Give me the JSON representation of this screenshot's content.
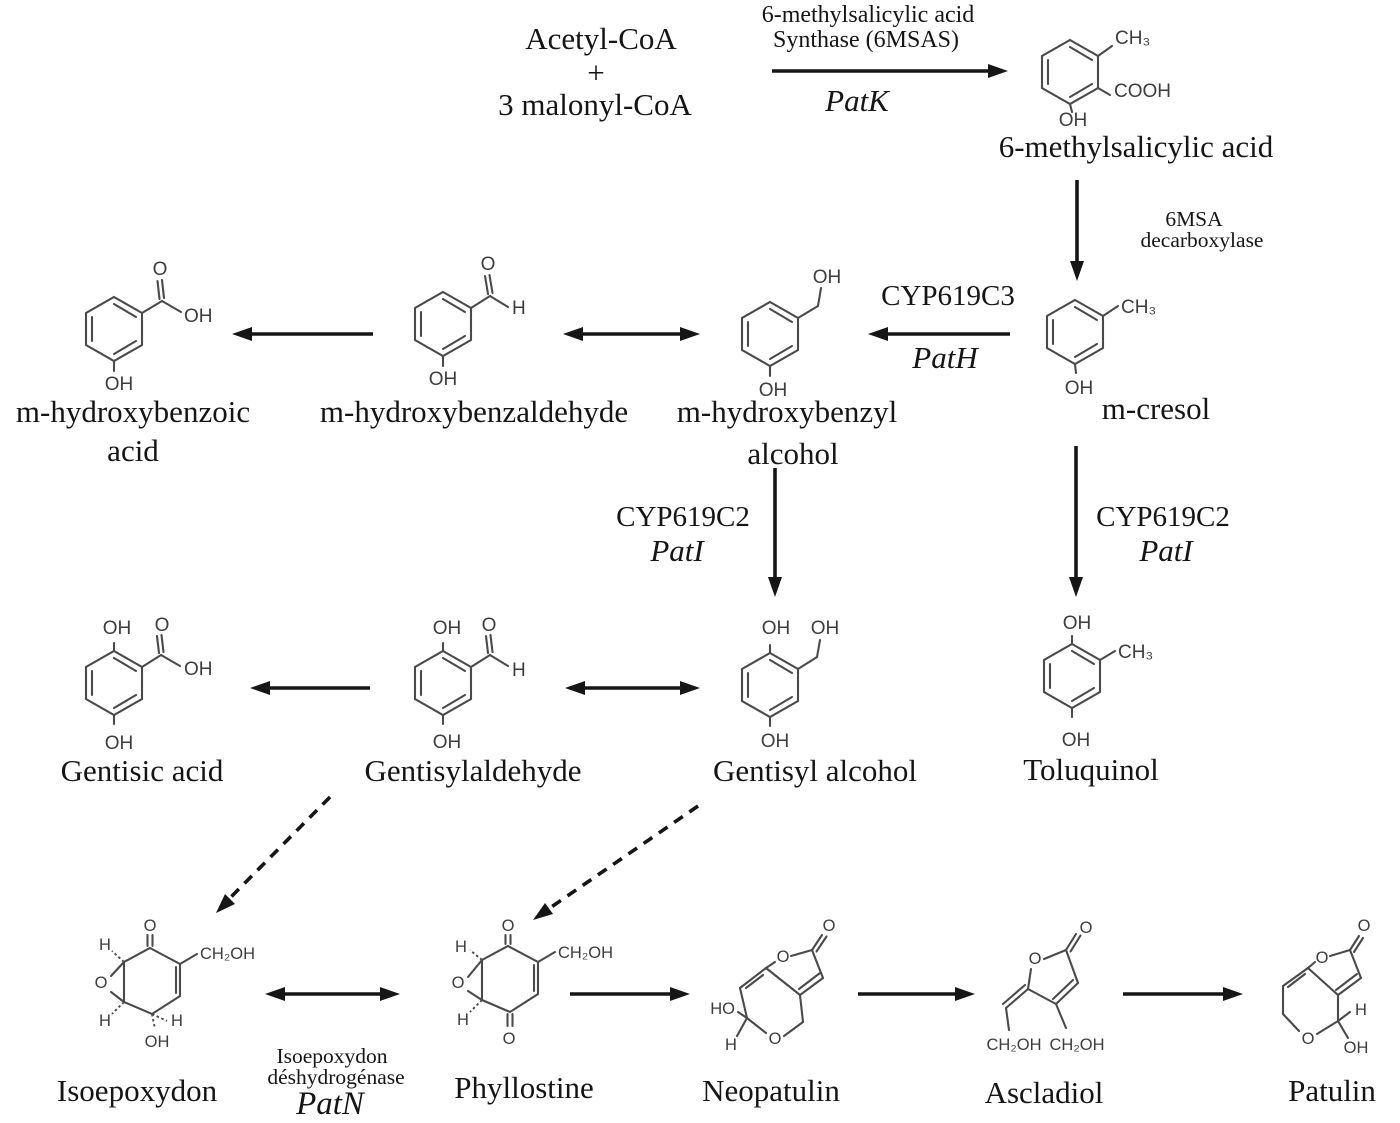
{
  "colors": {
    "background": "#ffffff",
    "text": "#151515",
    "structure": "#4a4a4a",
    "arrow": "#161616"
  },
  "substrates": {
    "line1": "Acetyl-CoA",
    "plus": "+",
    "line2": "3 malonyl-CoA"
  },
  "enzymes": {
    "msas": {
      "line1": "6-methylsalicylic acid",
      "line2": "Synthase (6MSAS)",
      "gene": "PatK"
    },
    "decarboxylase": {
      "line1": "6MSA",
      "line2": "decarboxylase"
    },
    "patH": {
      "name": "CYP619C3",
      "gene": "PatH"
    },
    "patI_mid": {
      "name": "CYP619C2",
      "gene": "PatI"
    },
    "patI_right": {
      "name": "CYP619C2",
      "gene": "PatI"
    },
    "patN": {
      "line1": "Isoepoxydon",
      "line2": "déshydrogénase",
      "gene": "PatN"
    }
  },
  "compounds": {
    "msa": {
      "name": "6-methylsalicylic acid",
      "atoms": {
        "ch3": "CH₃",
        "cooh": "COOH",
        "oh": "OH"
      }
    },
    "mhb_acid": {
      "name_line1": "m-hydroxybenzoic",
      "name_line2": "acid",
      "atoms": {
        "o": "O",
        "oh_acid": "OH",
        "oh_bottom": "OH"
      }
    },
    "mhb_aldehyde": {
      "name": "m-hydroxybenzaldehyde",
      "atoms": {
        "o": "O",
        "h": "H",
        "oh_bottom": "OH"
      }
    },
    "mhb_alcohol": {
      "name_line1": "m-hydroxybenzyl",
      "name_line2": "alcohol",
      "atoms": {
        "oh_top": "OH",
        "oh_bottom": "OH"
      }
    },
    "mcresol": {
      "name": "m-cresol",
      "atoms": {
        "ch3": "CH₃",
        "oh_bottom": "OH"
      }
    },
    "gentisic_acid": {
      "name": "Gentisic acid",
      "atoms": {
        "oh_top": "OH",
        "o": "O",
        "oh_acid": "OH",
        "oh_bottom": "OH"
      }
    },
    "gentisylaldehyde": {
      "name": "Gentisylaldehyde",
      "atoms": {
        "oh_top": "OH",
        "o": "O",
        "h": "H",
        "oh_bottom": "OH"
      }
    },
    "gentisyl_alcohol": {
      "name": "Gentisyl alcohol",
      "atoms": {
        "oh_top": "OH",
        "oh_ch2": "OH",
        "oh_bottom": "OH"
      }
    },
    "toluquinol": {
      "name": "Toluquinol",
      "atoms": {
        "oh_top": "OH",
        "ch3": "CH₃",
        "oh_bottom": "OH"
      }
    },
    "isoepoxydon": {
      "name": "Isoepoxydon",
      "atoms": {
        "o_carbonyl": "O",
        "ch2oh": "CH₂OH",
        "o_epoxide": "O",
        "h_top": "H",
        "h_bottom": "H",
        "h_right": "H",
        "oh": "OH"
      }
    },
    "phyllostine": {
      "name": "Phyllostine",
      "atoms": {
        "o_top": "O",
        "ch2oh": "CH₂OH",
        "o_epoxide": "O",
        "h_top": "H",
        "h_bottom": "H",
        "o_bottom": "O"
      }
    },
    "neopatulin": {
      "name": "Neopatulin",
      "atoms": {
        "o_ring": "O",
        "o_carbonyl": "O",
        "ho": "HO",
        "h": "H",
        "o_pyran": "O"
      }
    },
    "ascladiol": {
      "name": "Ascladiol",
      "atoms": {
        "o_ring": "O",
        "o_carbonyl": "O",
        "ch2oh_left": "CH₂OH",
        "ch2oh_right": "CH₂OH"
      }
    },
    "patulin": {
      "name": "Patulin",
      "atoms": {
        "o_ring": "O",
        "o_carbonyl": "O",
        "h": "H",
        "o_pyran": "O",
        "oh": "OH"
      }
    }
  }
}
